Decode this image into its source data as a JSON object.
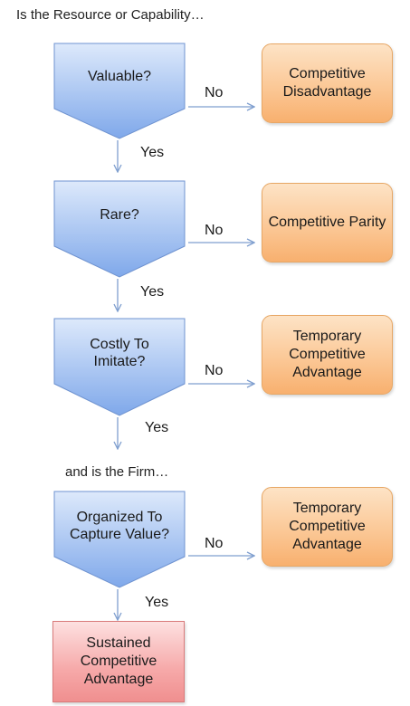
{
  "headings": {
    "top": "Is the Resource or Capability…",
    "middle": "and is the Firm…"
  },
  "questions": [
    {
      "text": "Valuable?",
      "no_label": "No",
      "yes_label": "Yes",
      "outcome": "Competitive Disadvantage"
    },
    {
      "text": "Rare?",
      "no_label": "No",
      "yes_label": "Yes",
      "outcome": "Competitive Parity"
    },
    {
      "text": "Costly To Imitate?",
      "no_label": "No",
      "yes_label": "Yes",
      "outcome": "Temporary Competitive Advantage"
    },
    {
      "text": "Organized To Capture Value?",
      "no_label": "No",
      "yes_label": "Yes",
      "outcome": "Temporary Competitive Advantage"
    }
  ],
  "final_outcome": "Sustained Competitive Advantage",
  "colors": {
    "question_fill_top": "#dde9fb",
    "question_fill_bottom": "#7fa8ea",
    "question_stroke": "#6f93d0",
    "outcome_fill": "#fbc896",
    "final_fill": "#f6a9a9",
    "arrow": "#7f9fcf"
  }
}
